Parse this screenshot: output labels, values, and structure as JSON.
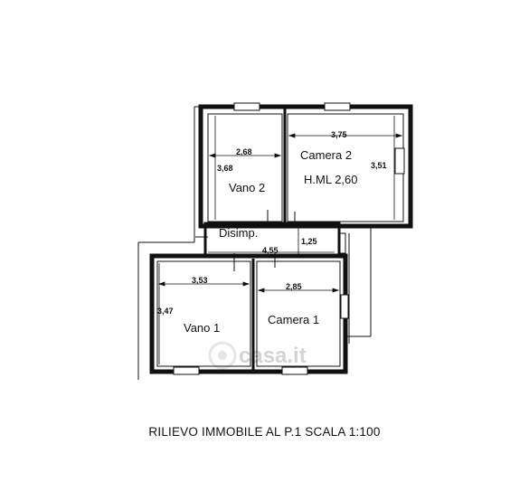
{
  "rooms": {
    "camera_2": "Camera 2",
    "height_note": "H.ML 2,60",
    "vano_2": "Vano 2",
    "disimpegno": "Disimp.",
    "vano_1": "Vano 1",
    "camera_1": "Camera 1"
  },
  "dimensions": {
    "camera_2_width": "3,75",
    "camera_2_depth": "3,51",
    "vano_2_width": "2,68",
    "vano_2_depth": "3,68",
    "disimp_length": "4,55",
    "disimp_depth": "1,25",
    "vano_1_width": "3,53",
    "vano_1_depth": "3,47",
    "camera_1_width": "2,85"
  },
  "watermark": "casa.it",
  "caption": "RILIEVO IMMOBILE AL P.1 SCALA 1:100"
}
